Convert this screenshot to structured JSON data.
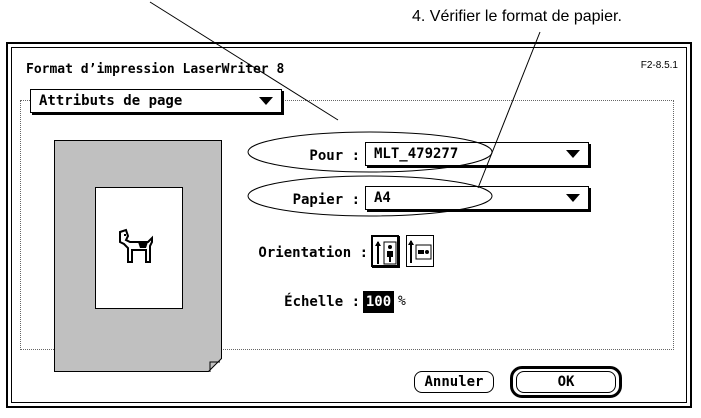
{
  "annotation": {
    "step_text": "4. Vérifier le format de papier."
  },
  "dialog": {
    "title": "Format d’impression LaserWriter 8",
    "version": "F2-8.5.1",
    "section_popup": "Attributs de page",
    "pour": {
      "label": "Pour :",
      "value": "MLT_479277"
    },
    "papier": {
      "label": "Papier :",
      "value": "A4"
    },
    "orientation": {
      "label": "Orientation :",
      "selected": "portrait"
    },
    "echelle": {
      "label": "Échelle :",
      "value": "100",
      "unit": "%"
    },
    "buttons": {
      "cancel": "Annuler",
      "ok": "OK"
    }
  }
}
